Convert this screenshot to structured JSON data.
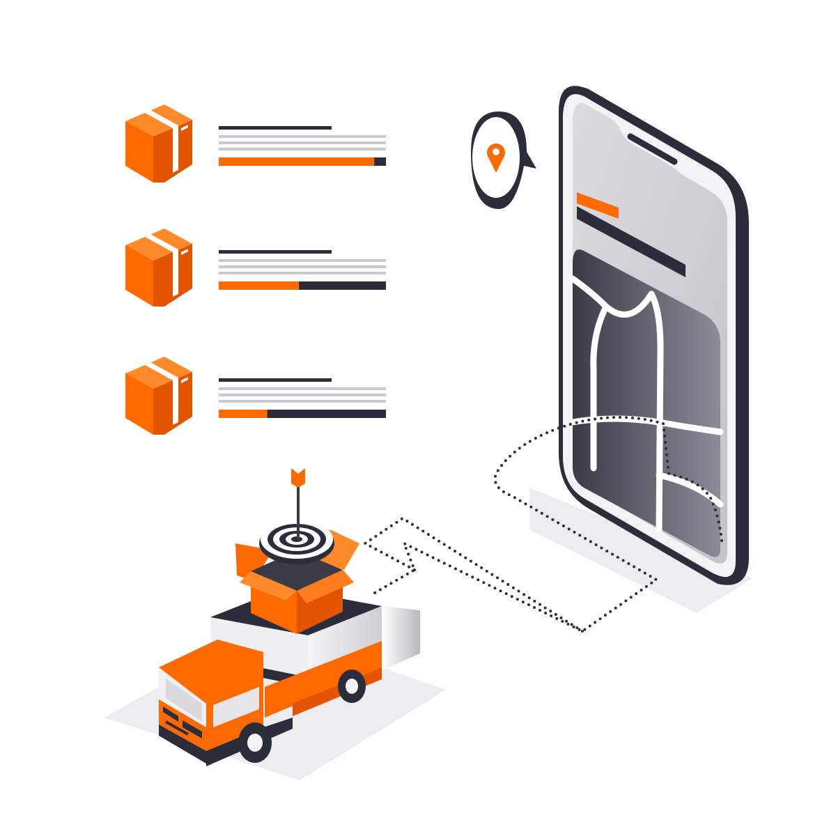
{
  "colors": {
    "orange": "#ff6a00",
    "orange_dark": "#e35400",
    "orange_light": "#ff8a2a",
    "navy": "#2b2e3a",
    "gray_line": "#c9c9cf",
    "screen": "#d6d5da",
    "shadow": "#ececf1"
  },
  "shipments": [
    {
      "progress": 0.93
    },
    {
      "progress": 0.48
    },
    {
      "progress": 0.29
    }
  ],
  "icons": {
    "package": "package-box-icon",
    "location": "location-pin-icon",
    "target": "target-icon",
    "truck": "delivery-truck-icon"
  }
}
